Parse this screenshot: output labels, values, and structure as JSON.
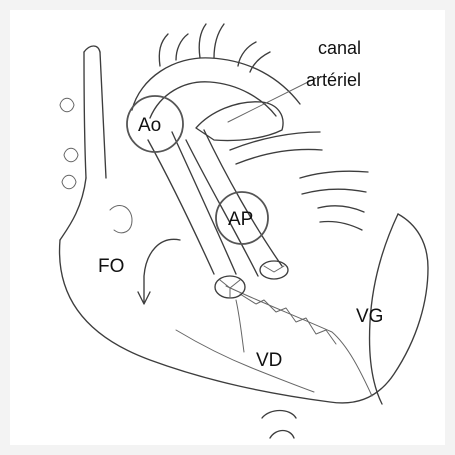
{
  "labels": {
    "ao": "Ao",
    "ap": "AP",
    "canal_line1": "canal",
    "canal_line2": "artériel",
    "fo": "FO",
    "vg": "VG",
    "vd": "VD"
  }
}
